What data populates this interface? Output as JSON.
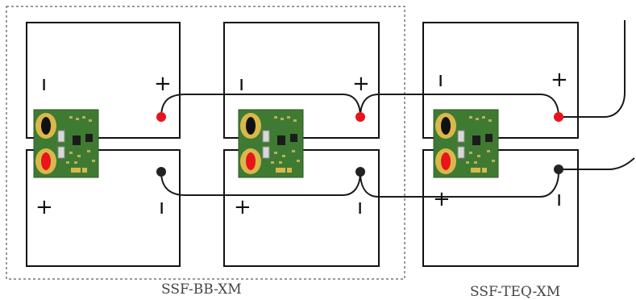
{
  "captions": {
    "bb": "SSF-BB-XM",
    "teq": "SSF-TEQ-XM"
  },
  "symbols": {
    "plus": "+",
    "minus": "ı"
  },
  "colors": {
    "positive_terminal": "#e8141b",
    "negative_terminal": "#222222",
    "pcb_green": "#3f7a33",
    "pcb_pad_gold": "#d9b84a",
    "wire": "#1a1a1a"
  },
  "batteries_top": [
    "battery-1-top",
    "battery-2-top",
    "battery-3-top"
  ],
  "batteries_bottom": [
    "battery-1-bottom",
    "battery-2-bottom",
    "battery-3-bottom"
  ],
  "boards": [
    "SSF-BB-XM",
    "SSF-BB-XM",
    "SSF-TEQ-XM"
  ]
}
